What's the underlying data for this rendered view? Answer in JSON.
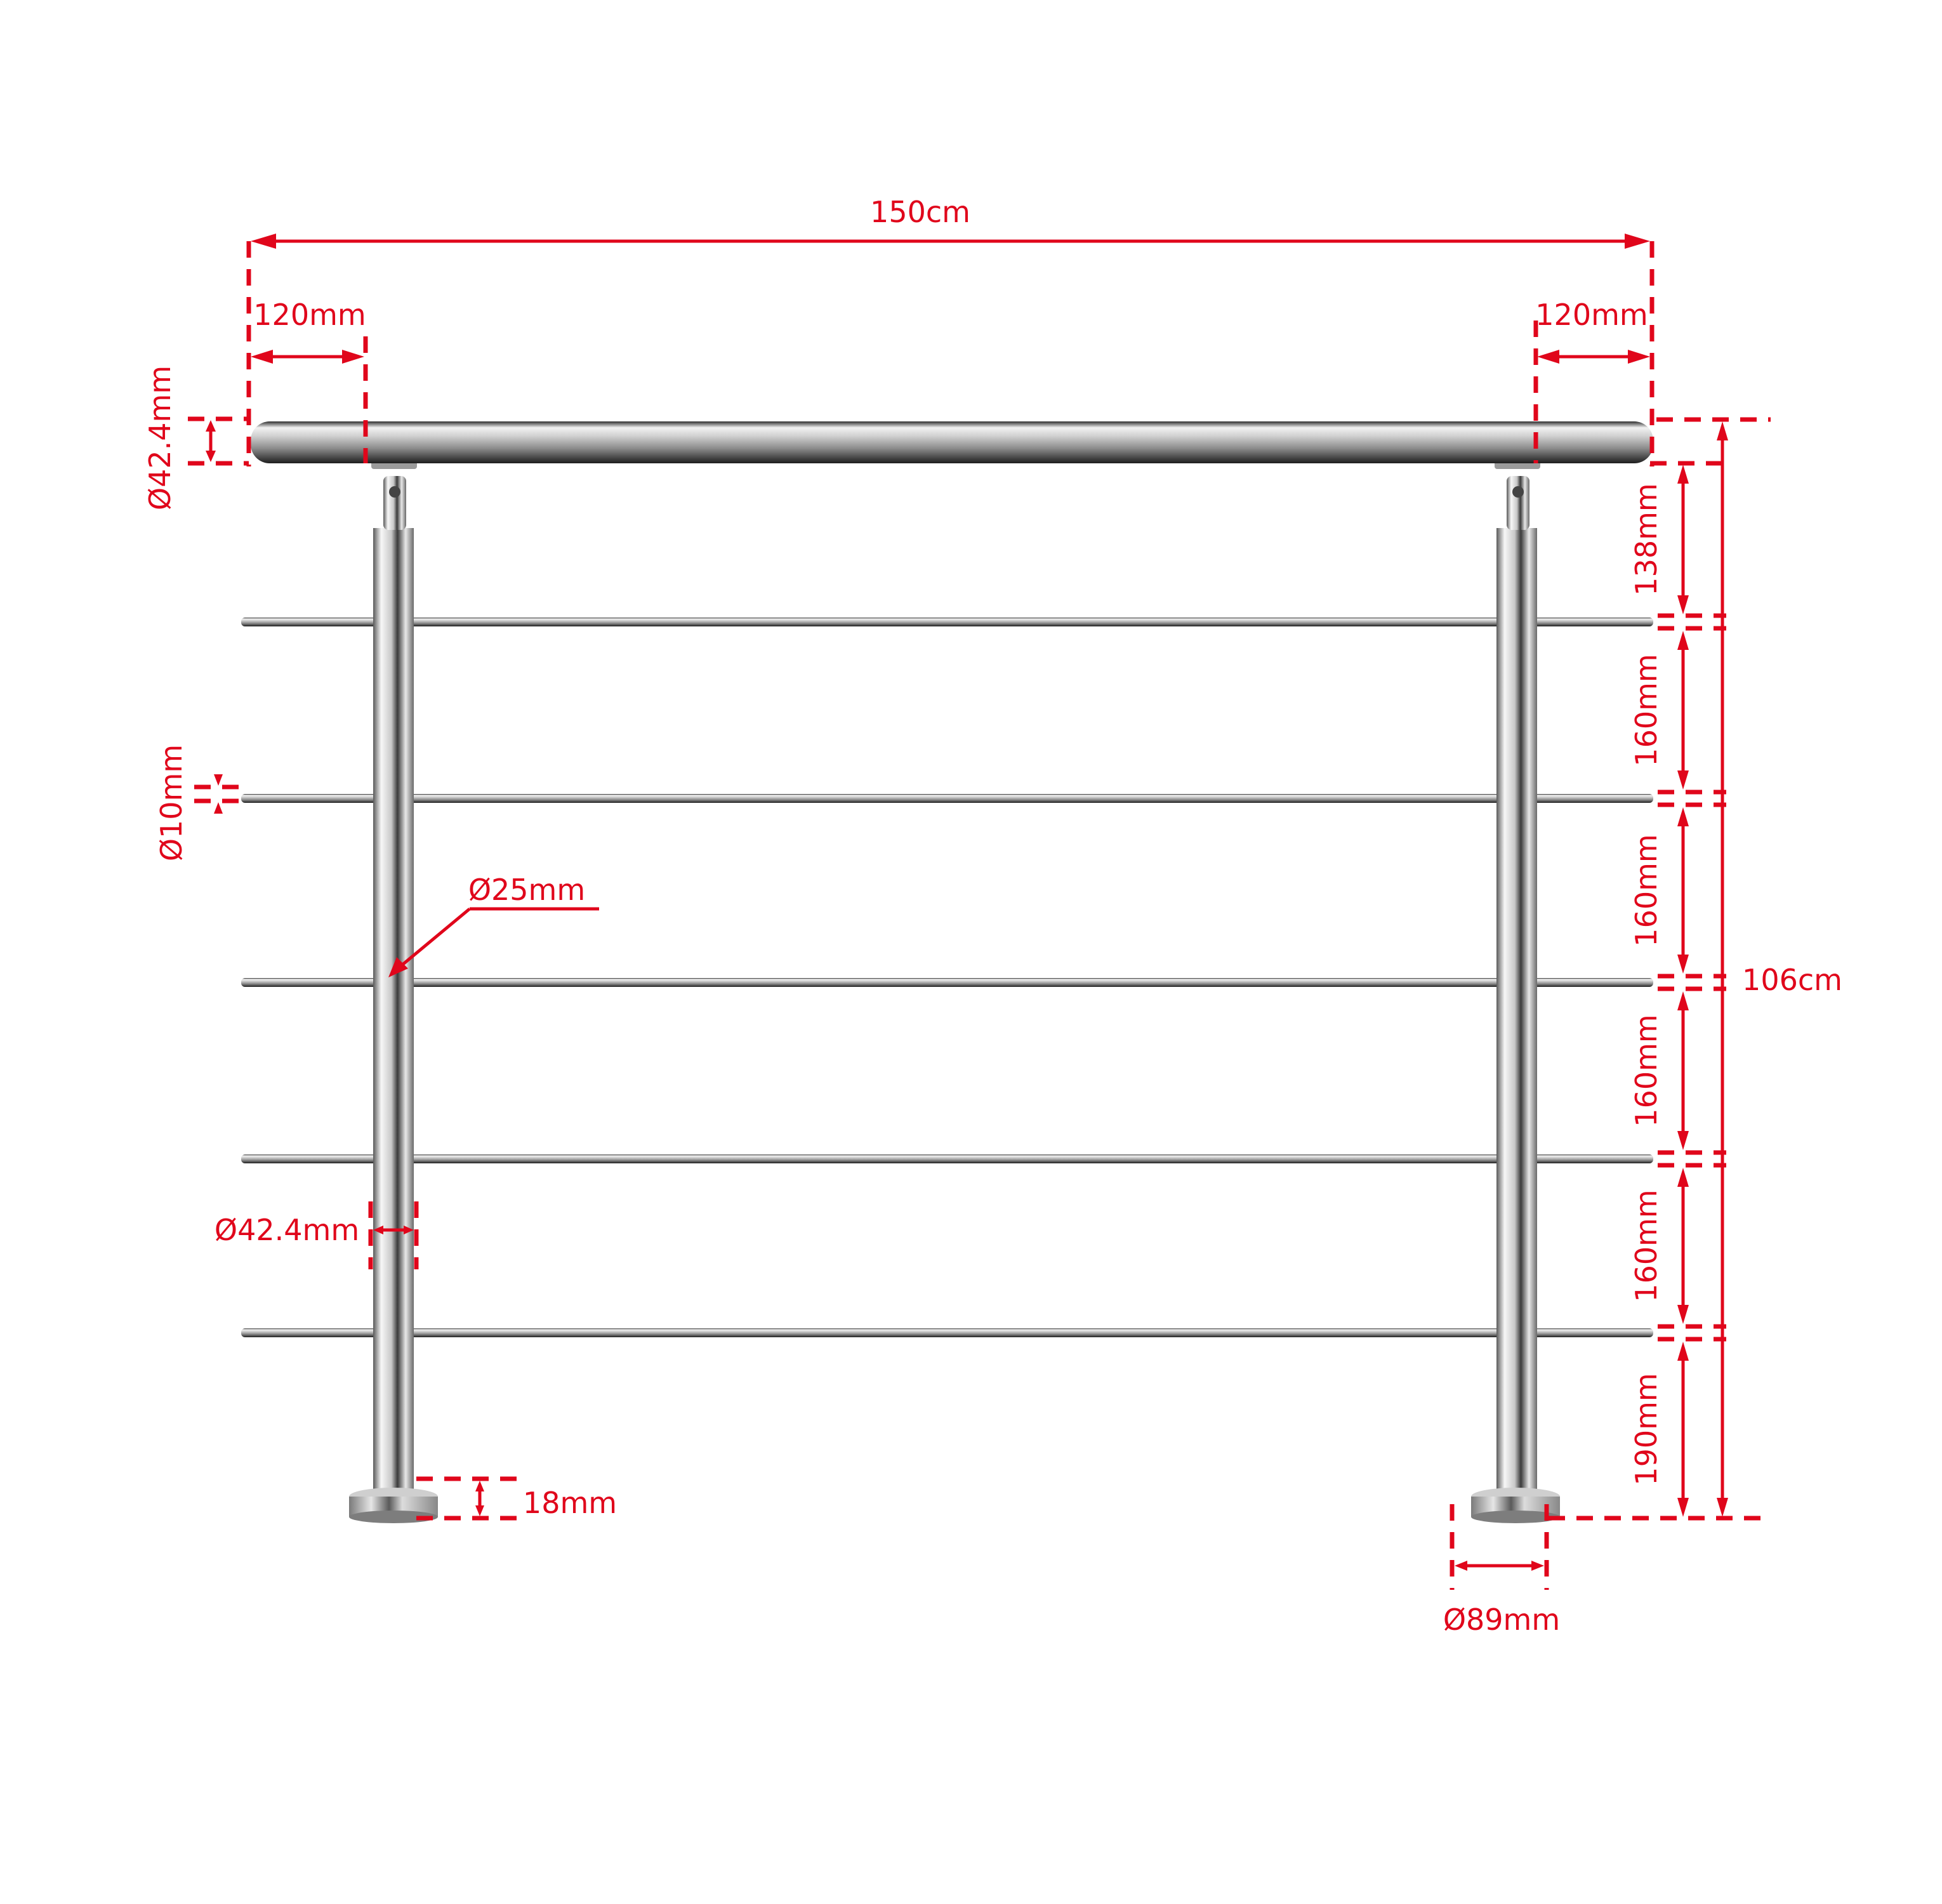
{
  "title": "Stainless steel railing dimension drawing",
  "colors": {
    "dimension": "#e0061b",
    "steel_light": "#f4f4f4",
    "steel_mid": "#b8b8b8",
    "steel_dark": "#4a4a4a",
    "background": "#ffffff"
  },
  "components": {
    "handrail": "handrail tube",
    "posts": [
      "left post",
      "right post"
    ],
    "crossbar_count": 5,
    "base_plates": [
      "left base plate",
      "right base plate"
    ],
    "connectors": "post-to-handrail bracket"
  },
  "dimensions": {
    "overall_length": "150cm",
    "left_overhang": "120mm",
    "right_overhang": "120mm",
    "handrail_diameter": "Ø42.4mm",
    "crossbar_diameter": "Ø10mm",
    "holder_diameter": "Ø25mm",
    "post_diameter": "Ø42.4mm",
    "base_thickness": "18mm",
    "base_diameter": "Ø89mm",
    "overall_height": "106cm",
    "vertical_spacings": [
      "138mm",
      "160mm",
      "160mm",
      "160mm",
      "160mm",
      "190mm"
    ]
  }
}
